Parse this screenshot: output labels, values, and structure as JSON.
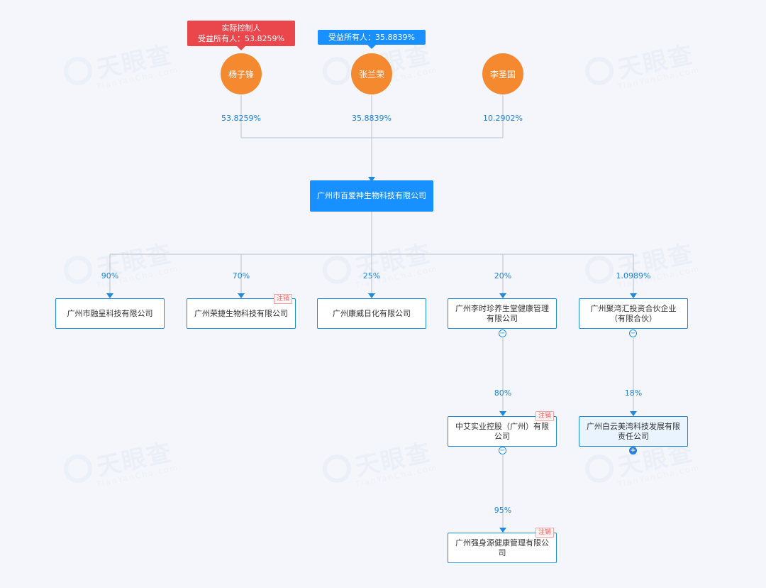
{
  "watermark": {
    "brand": "天眼查",
    "sub": "TianYanCha.com"
  },
  "shareholders": [
    {
      "name": "杨子锋",
      "percent": "53.8259%",
      "badge_lines": [
        "实际控制人",
        "受益所有人：53.8259%"
      ],
      "badge_color": "#e9474b"
    },
    {
      "name": "张兰荣",
      "percent": "35.8839%",
      "badge_lines": [
        "受益所有人：35.8839%"
      ],
      "badge_color": "#1890ff"
    },
    {
      "name": "李圣国",
      "percent": "10.2902%",
      "badge_lines": []
    }
  ],
  "root_company": {
    "name": "广州市百爱神生物科技有限公司"
  },
  "subsidiaries": [
    {
      "name": "广州市融呈科技有限公司",
      "percent": "90%"
    },
    {
      "name": "广州荣捷生物科技有限公司",
      "percent": "70%",
      "tag": "注销"
    },
    {
      "name": "广州康威日化有限公司",
      "percent": "25%"
    },
    {
      "name": "广州李时珍养生堂健康管理有限公司",
      "percent": "20%"
    },
    {
      "name": "广州聚湾汇投资合伙企业（有限合伙）",
      "percent": "1.0989%"
    }
  ],
  "level2": [
    {
      "name": "中艾实业控股（广州）有限公司",
      "percent": "80%",
      "tag": "注销"
    },
    {
      "name": "广州白云美湾科技发展有限责任公司",
      "percent": "18%"
    }
  ],
  "level3": [
    {
      "name": "广州强身源健康管理有限公司",
      "percent": "95%",
      "tag": "注销"
    }
  ],
  "colors": {
    "line": "#b9c2cc",
    "arrow": "#1c8be0",
    "person": "#f5892f",
    "accent": "#1890ff"
  },
  "icons": {
    "collapse": "minus-circle-icon",
    "expand": "plus-circle-icon"
  }
}
